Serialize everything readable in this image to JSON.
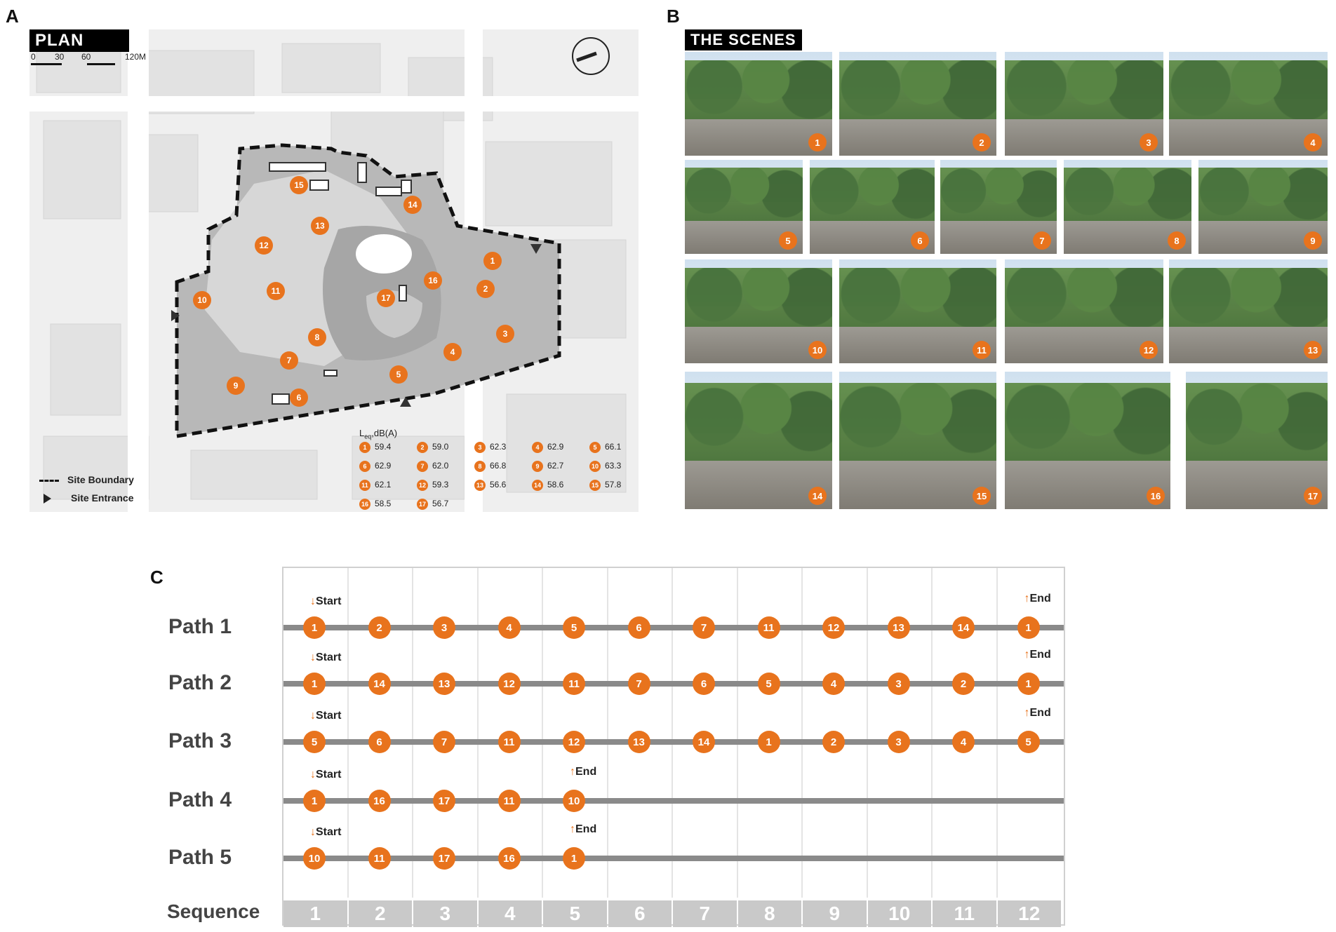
{
  "panel_a": {
    "letter": "A",
    "title": "PLAN",
    "scale_ticks": [
      "0",
      "30",
      "60",
      "120M"
    ],
    "markers": [
      "1",
      "2",
      "3",
      "4",
      "5",
      "6",
      "7",
      "8",
      "9",
      "10",
      "11",
      "12",
      "13",
      "14",
      "15",
      "16",
      "17"
    ],
    "legend_boundary": "Site Boundary",
    "legend_entrance": "Site Entrance",
    "leq_label_main": "L",
    "leq_label_sub": "eq",
    "leq_label_unit": ",dB(A)",
    "leq": [
      {
        "n": "1",
        "v": "59.4"
      },
      {
        "n": "2",
        "v": "59.0"
      },
      {
        "n": "3",
        "v": "62.3"
      },
      {
        "n": "4",
        "v": "62.9"
      },
      {
        "n": "5",
        "v": "66.1"
      },
      {
        "n": "6",
        "v": "62.9"
      },
      {
        "n": "7",
        "v": "62.0"
      },
      {
        "n": "8",
        "v": "66.8"
      },
      {
        "n": "9",
        "v": "62.7"
      },
      {
        "n": "10",
        "v": "63.3"
      },
      {
        "n": "11",
        "v": "62.1"
      },
      {
        "n": "12",
        "v": "59.3"
      },
      {
        "n": "13",
        "v": "56.6"
      },
      {
        "n": "14",
        "v": "58.6"
      },
      {
        "n": "15",
        "v": "57.8"
      },
      {
        "n": "16",
        "v": "58.5"
      },
      {
        "n": "17",
        "v": "56.7"
      }
    ]
  },
  "panel_b": {
    "letter": "B",
    "title": "THE SCENES",
    "scenes": [
      "1",
      "2",
      "3",
      "4",
      "5",
      "6",
      "7",
      "8",
      "9",
      "10",
      "11",
      "12",
      "13",
      "14",
      "15",
      "16",
      "17"
    ]
  },
  "panel_c": {
    "letter": "C",
    "start_label": "Start",
    "end_label": "End",
    "sequence_label": "Sequence",
    "sequence": [
      "1",
      "2",
      "3",
      "4",
      "5",
      "6",
      "7",
      "8",
      "9",
      "10",
      "11",
      "12"
    ],
    "paths": [
      {
        "name": "Path 1",
        "nodes": [
          "1",
          "2",
          "3",
          "4",
          "5",
          "6",
          "7",
          "11",
          "12",
          "13",
          "14",
          "1"
        ]
      },
      {
        "name": "Path 2",
        "nodes": [
          "1",
          "14",
          "13",
          "12",
          "11",
          "7",
          "6",
          "5",
          "4",
          "3",
          "2",
          "1"
        ]
      },
      {
        "name": "Path 3",
        "nodes": [
          "5",
          "6",
          "7",
          "11",
          "12",
          "13",
          "14",
          "1",
          "2",
          "3",
          "4",
          "5"
        ]
      },
      {
        "name": "Path 4",
        "nodes": [
          "1",
          "16",
          "17",
          "11",
          "10"
        ]
      },
      {
        "name": "Path 5",
        "nodes": [
          "10",
          "11",
          "17",
          "16",
          "1"
        ]
      }
    ]
  },
  "colors": {
    "accent": "#e8731d",
    "line": "#8a8a8a",
    "sequence_bar": "#c9c9c9"
  }
}
